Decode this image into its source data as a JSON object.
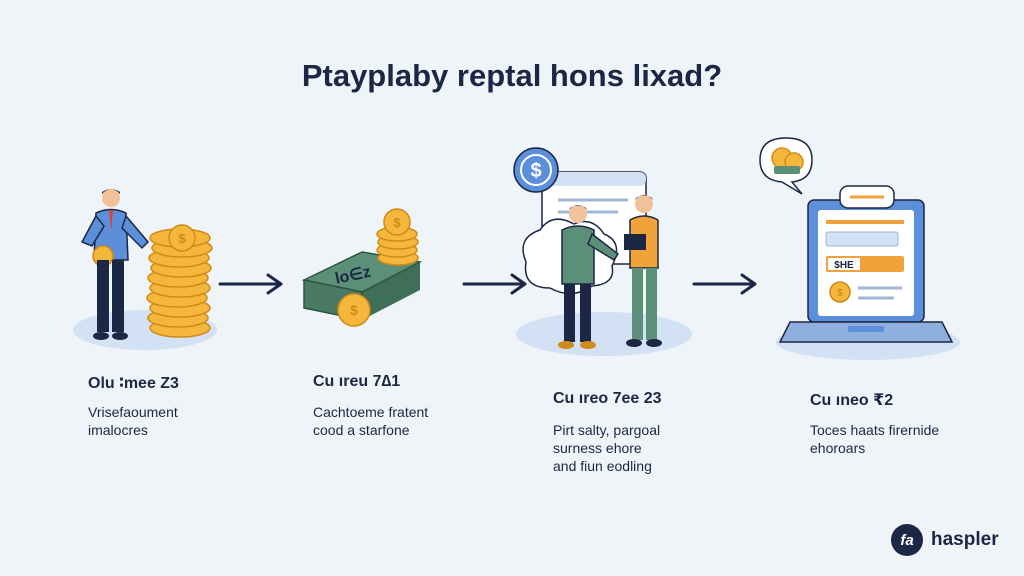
{
  "title": "Ptayplaby reptal hons lixad?",
  "colors": {
    "navy": "#1c2745",
    "coin": "#f5b73b",
    "coin_edge": "#d08a16",
    "blue_shirt": "#5b8fd9",
    "green": "#5c8f78",
    "orange": "#f2a23a",
    "platform": "#d3e1f5"
  },
  "steps": [
    {
      "title": "Olu ∶mee Z3",
      "description": "Vrisefaoument\nimalocres",
      "icon": "coin-stack-with-person"
    },
    {
      "title": "Cu ıreu 7∆1",
      "description": "Cachtoeme fra­tent\ncood a starfone",
      "icon": "banknote-with-coins",
      "banknote_label": "lo∈z"
    },
    {
      "title": "Cu ıreo 7ee 23",
      "description": "Pirt salty, pargoal\nsurness ehore\nand fiun eodling",
      "icon": "two-people-exchange"
    },
    {
      "title": "Cu ıneo ₹2",
      "description": "Toces haats firernide\nehoroars",
      "icon": "laptop-with-form",
      "form_label": "$HE"
    }
  ],
  "brand": {
    "logo": "fa",
    "name": "haspler"
  }
}
